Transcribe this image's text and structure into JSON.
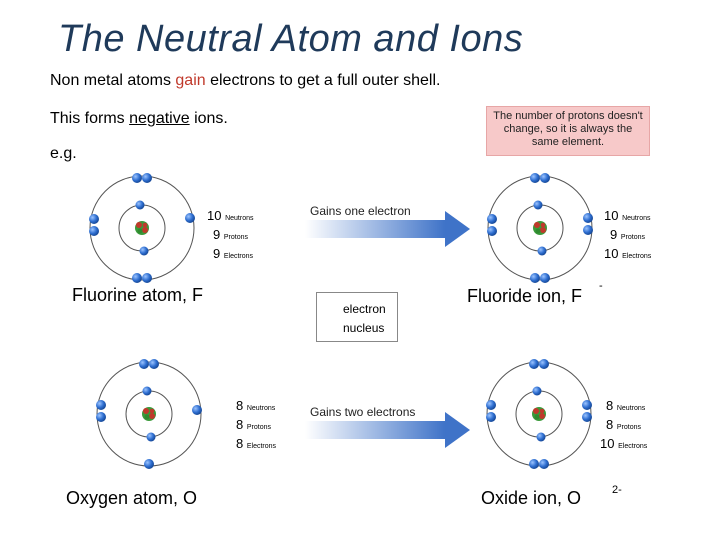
{
  "title": "The Neutral Atom and Ions",
  "intro": {
    "before": "Non metal atoms ",
    "gain": "gain",
    "after": " electrons to get a full outer shell."
  },
  "forms": {
    "before": "This forms ",
    "negative": "negative",
    "after": " ions."
  },
  "eg": "e.g.",
  "note": "The number of protons doesn't change, so it is always the same element.",
  "fluorine": {
    "atom_caption": "Fluorine atom, F",
    "ion_caption": "Fluoride ion, F",
    "ion_charge": "-",
    "arrow_label": "Gains one electron",
    "atom_counts": [
      {
        "n": "10",
        "unit": "Neutrons"
      },
      {
        "n": "9",
        "unit": "Protons"
      },
      {
        "n": "9",
        "unit": "Electrons"
      }
    ],
    "ion_counts": [
      {
        "n": "10",
        "unit": "Neutrons"
      },
      {
        "n": "9",
        "unit": "Protons"
      },
      {
        "n": "10",
        "unit": "Electrons"
      }
    ]
  },
  "oxygen": {
    "atom_caption": "Oxygen atom, O",
    "ion_caption": "Oxide ion, O",
    "ion_charge": "2-",
    "arrow_label": "Gains two electrons",
    "atom_counts": [
      {
        "n": "8",
        "unit": "Neutrons"
      },
      {
        "n": "8",
        "unit": "Protons"
      },
      {
        "n": "8",
        "unit": "Electrons"
      }
    ],
    "ion_counts": [
      {
        "n": "8",
        "unit": "Neutrons"
      },
      {
        "n": "8",
        "unit": "Protons"
      },
      {
        "n": "10",
        "unit": "Electrons"
      }
    ]
  },
  "legend": {
    "electron": "electron",
    "nucleus": "nucleus"
  },
  "colors": {
    "title": "#1f3a5a",
    "gain": "#c0392b",
    "electron": "#2f6fd1",
    "nucleus_red": "#c0392b",
    "nucleus_green": "#3a9a3a",
    "note_bg": "#f7c9c9"
  }
}
